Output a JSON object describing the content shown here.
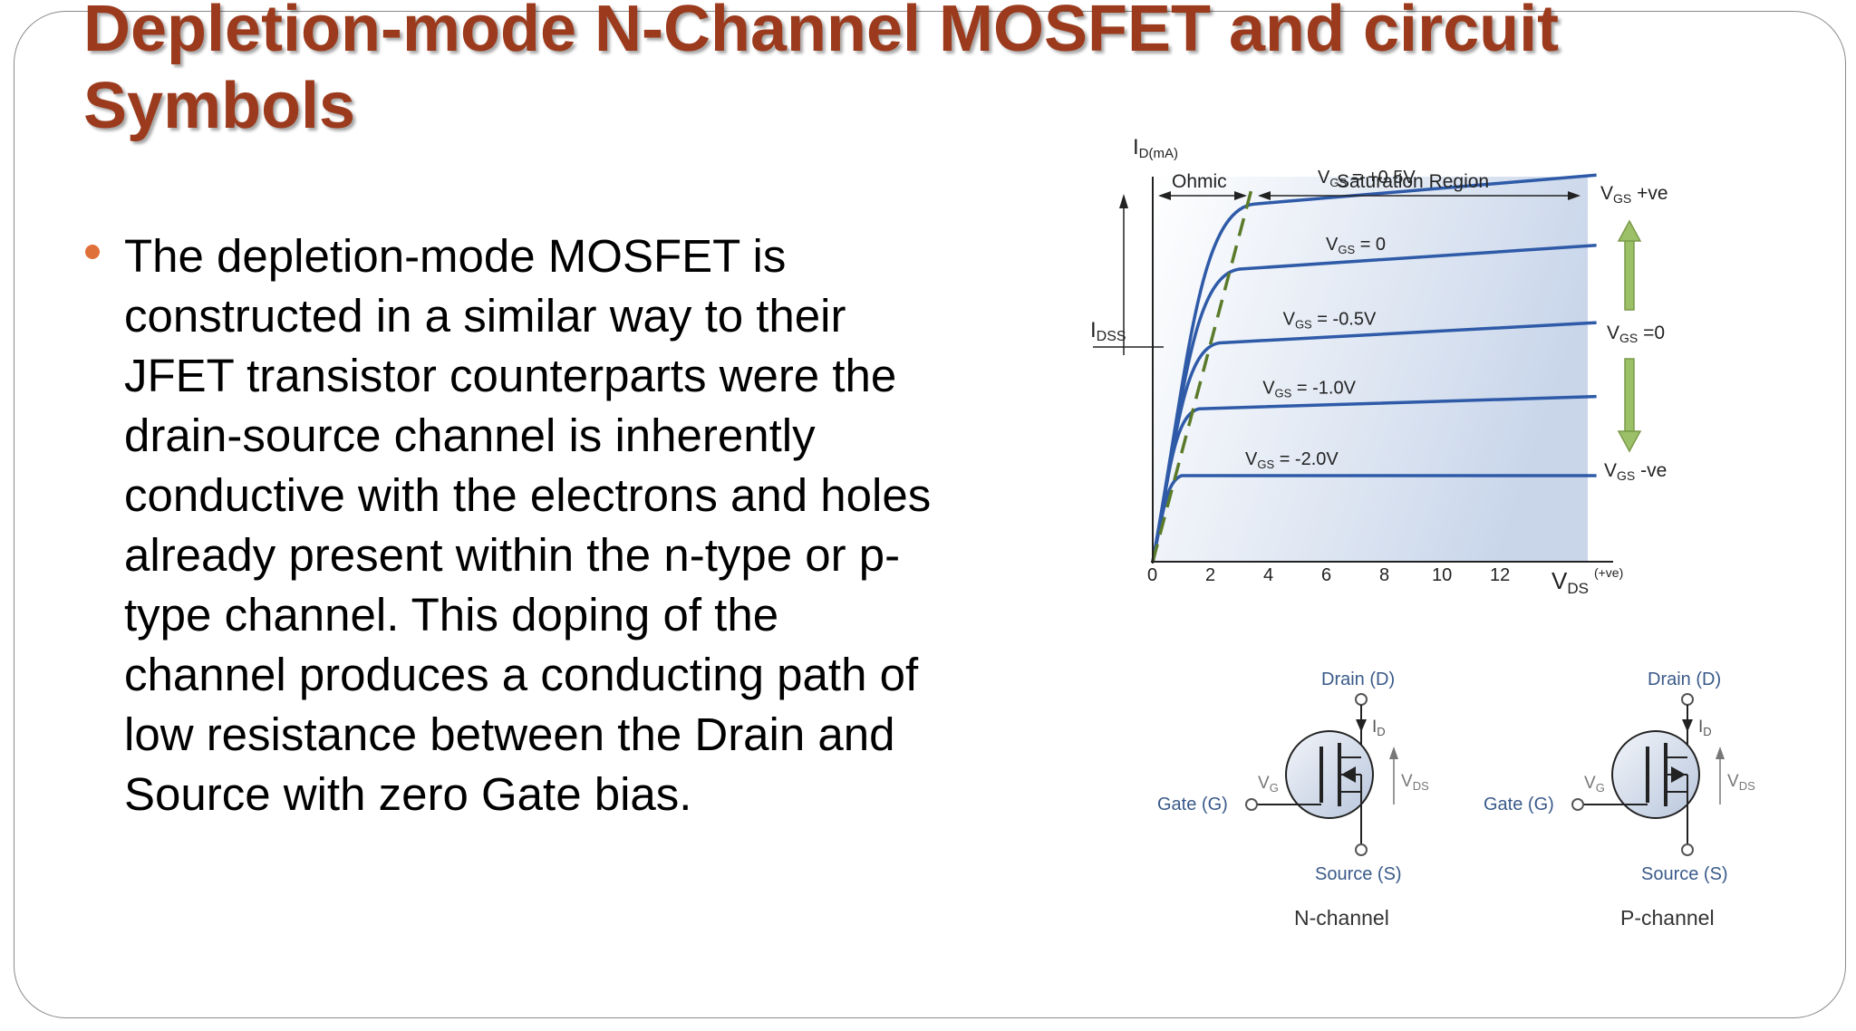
{
  "slide": {
    "title": "Depletion-mode N-Channel MOSFET and circuit Symbols",
    "bullet": "The depletion-mode MOSFET is constructed in a similar way to their JFET transistor counterparts were the drain-source channel is inherently conductive with the electrons and holes already present within the n-type or p-type channel. This doping of the channel produces a conducting path of low resistance between the Drain and Source with zero Gate bias.",
    "colors": {
      "title": "#9b3a1c",
      "bullet": "#e0703a",
      "curve": "#2e5aa8",
      "dashed": "#5a7a2a",
      "arrow": "#9cc068",
      "symbol_text": "#3a5a8a"
    }
  },
  "chart_data": {
    "type": "line",
    "ylabel_main": "I",
    "ylabel_sub": "D(mA)",
    "xlabel_main": "V",
    "xlabel_sub": "DS",
    "xlabel_sup": "(+ve)",
    "x_ticks": [
      "0",
      "2",
      "4",
      "6",
      "8",
      "10",
      "12"
    ],
    "xlim": [
      0,
      16
    ],
    "idss_main": "I",
    "idss_sub": "DSS",
    "region_ohmic": "Ohmic",
    "region_saturation": "Saturation Region",
    "series": [
      {
        "name": "VGS = +0.5V",
        "label_main": "V",
        "label_sub": "GS",
        "label_rest": " = +0.5V",
        "y_sat": 4.4,
        "y_knee": 4.07,
        "x_knee": 3.5
      },
      {
        "name": "VGS = 0",
        "label_main": "V",
        "label_sub": "GS",
        "label_rest": " = 0",
        "y_sat": 3.6,
        "y_knee": 3.33,
        "x_knee": 3.0
      },
      {
        "name": "VGS = -0.5V",
        "label_main": "V",
        "label_sub": "GS",
        "label_rest": " = -0.5V",
        "y_sat": 2.72,
        "y_knee": 2.49,
        "x_knee": 2.3
      },
      {
        "name": "VGS = -1.0V",
        "label_main": "V",
        "label_sub": "GS",
        "label_rest": " = -1.0V",
        "y_sat": 1.88,
        "y_knee": 1.74,
        "x_knee": 1.6
      },
      {
        "name": "VGS = -2.0V",
        "label_main": "V",
        "label_sub": "GS",
        "label_rest": " = -2.0V",
        "y_sat": 0.98,
        "y_knee": 0.98,
        "x_knee": 1.0
      }
    ],
    "side_labels": {
      "top": {
        "main": "V",
        "sub": "GS",
        "rest": " +ve"
      },
      "middle": {
        "main": "V",
        "sub": "GS",
        "rest": " =0"
      },
      "bottom": {
        "main": "V",
        "sub": "GS",
        "rest": " -ve"
      }
    }
  },
  "symbols": {
    "drain": "Drain (D)",
    "gate": "Gate (G)",
    "source": "Source (S)",
    "vg_main": "V",
    "vg_sub": "G",
    "id_main": "I",
    "id_sub": "D",
    "vds_main": "V",
    "vds_sub": "DS",
    "n_channel": "N-channel",
    "p_channel": "P-channel"
  }
}
